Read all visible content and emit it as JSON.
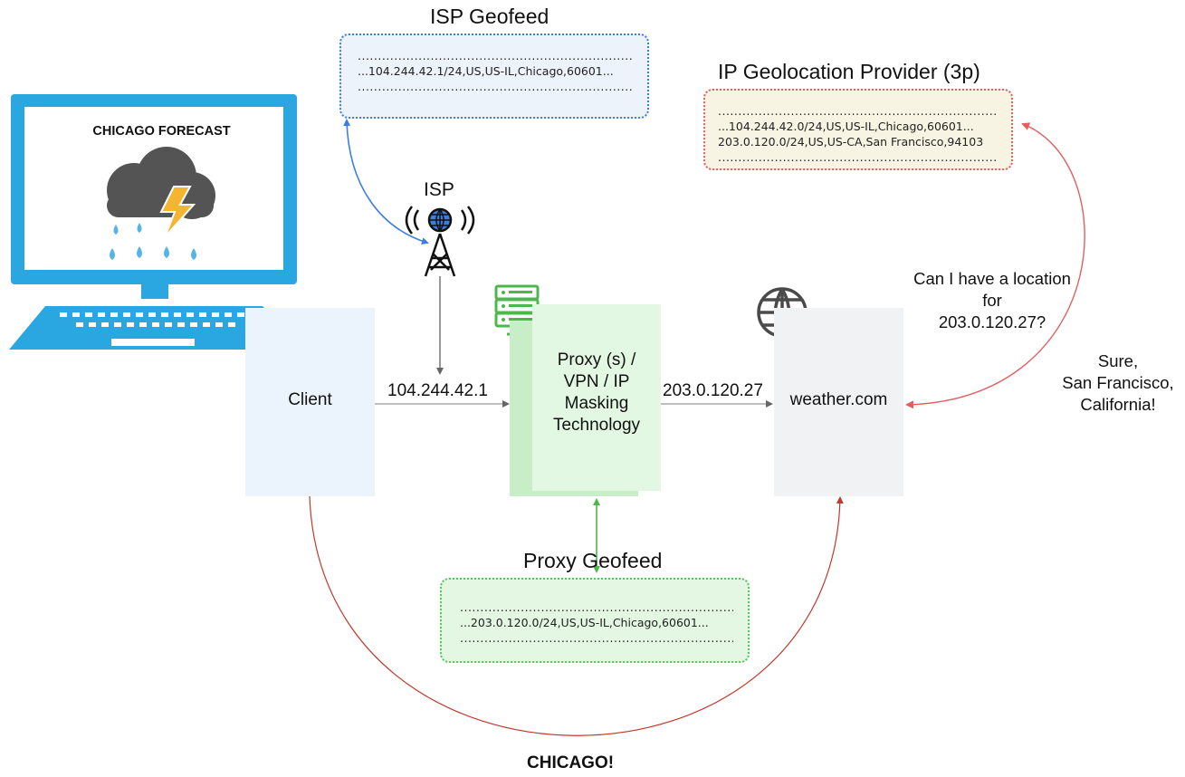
{
  "isp_geofeed": {
    "title": "ISP Geofeed",
    "lines": [
      "........................................................................................",
      "...104.244.42.1/24,US,US-IL,Chicago,60601...",
      "........................................................................................"
    ]
  },
  "provider": {
    "title": "IP Geolocation Provider (3p)",
    "lines": [
      "........................................................................................",
      "...104.244.42.0/24,US,US-IL,Chicago,60601...",
      "203.0.120.0/24,US,US-CA,San Francisco,94103",
      "........................................................................................"
    ]
  },
  "proxy_geofeed": {
    "title": "Proxy Geofeed",
    "lines": [
      "........................................................................................",
      "...203.0.120.0/24,US,US-IL,Chicago,60601...",
      "........................................................................................"
    ]
  },
  "laptop": {
    "screen_title": "CHICAGO FORECAST"
  },
  "isp": {
    "label": "ISP"
  },
  "client": {
    "label": "Client"
  },
  "proxy": {
    "label_lines": [
      "Proxy (s) /",
      "VPN / IP",
      "Masking",
      "Technology"
    ]
  },
  "weather": {
    "label": "weather.com"
  },
  "arrows": {
    "client_to_proxy_ip": "104.244.42.1",
    "proxy_to_weather_ip": "203.0.120.27"
  },
  "question": {
    "lines": [
      "Can I have a location",
      "for",
      "203.0.120.27?"
    ]
  },
  "answer": {
    "lines": [
      "Sure,",
      "San Francisco,",
      "California!"
    ]
  },
  "result": {
    "label": "CHICAGO!"
  },
  "colors": {
    "isp_blue": "#3c7ee0",
    "provider_red": "#e06060",
    "proxy_green": "#5cc25c",
    "laptop_blue": "#2aa6e0"
  }
}
